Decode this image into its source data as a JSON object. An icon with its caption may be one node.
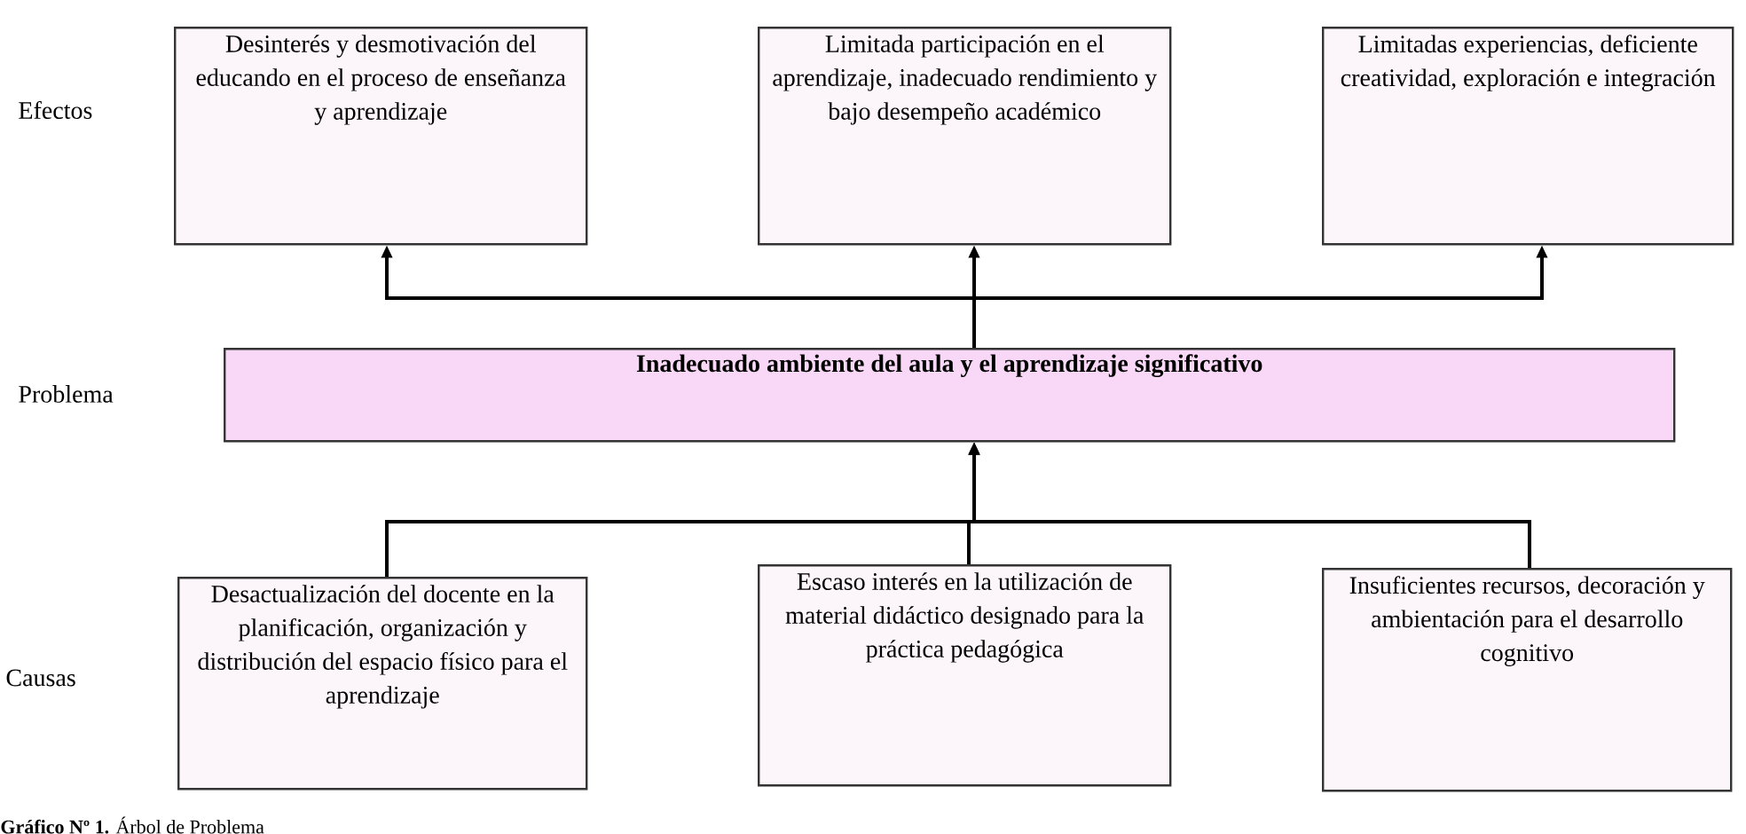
{
  "diagram": {
    "caption": "**Gráfico Nº 1.** Árbol de Problema",
    "nodes": [
      {
        "text": [
          "Desinterés y desmotivación del educando en el proceso de enseñanza y aprendizaje"
        ]
      },
      {
        "text": [
          "Limitada participación en el aprendizaje, inadecuado rendimiento y bajo desempeño académico"
        ]
      },
      {
        "text": [
          "Limitadas experiencias, deficiente creatividad, exploración e integración"
        ]
      },
      {
        "text": [
          "Inadecuado ambiente del aula y el aprendizaje significativo"
        ]
      },
      {
        "text": [
          "Desactualización del docente en la planificación, organización y distribución del espacio físico para el aprendizaje"
        ]
      },
      {
        "text": [
          "Escaso interés en la utilización de material didáctico designado para la práctica pedagógica"
        ]
      },
      {
        "text": [
          "Insuficientes recursos, decoración y ambientación para el desarrollo cognitivo"
        ]
      }
    ],
    "edges": [
      {
        "from": 3,
        "to": 0,
        "arrow": "to"
      },
      {
        "from": 3,
        "to": 1,
        "arrow": "to"
      },
      {
        "from": 3,
        "to": 2,
        "arrow": "to"
      },
      {
        "from": 4,
        "to": 3,
        "arrow": "to"
      },
      {
        "from": 5,
        "to": 3,
        "arrow": "to"
      },
      {
        "from": 6,
        "to": 3,
        "arrow": "to"
      }
    ],
    "labels": [
      "Efectos",
      "Problema",
      "Causas"
    ]
  }
}
